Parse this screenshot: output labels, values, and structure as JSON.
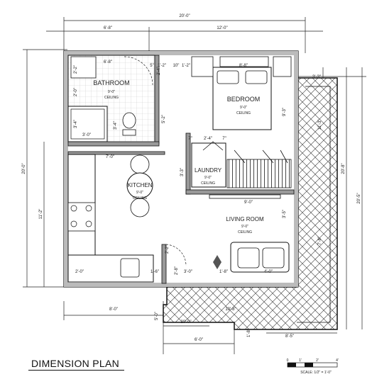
{
  "title": "DIMENSION PLAN",
  "scale_label": "SCALE: 1/2\" = 1'-0\"",
  "scale_ticks": [
    "0",
    "1'",
    "2'",
    "4'"
  ],
  "rooms": [
    {
      "name": "BATHROOM",
      "height": "9'-0\"",
      "ceiling": "CEILING"
    },
    {
      "name": "BEDROOM",
      "height": "9'-0\"",
      "ceiling": "CEILING"
    },
    {
      "name": "LAUNDRY",
      "height": "9'-0\"",
      "ceiling": "CEILING"
    },
    {
      "name": "KITCHEN",
      "height": "9'-0\"",
      "ceiling": "CEILING"
    },
    {
      "name": "LIVING ROOM",
      "height": "9'-0\"",
      "ceiling": "CEILING"
    }
  ],
  "dimensions": {
    "overall_width": "20'-0\"",
    "top_left": "6'-8\"",
    "top_right": "12'-0\"",
    "left_overall": "20'-0\"",
    "left_lower": "11'-2\"",
    "right_overall": "20'-5\"",
    "right_mid": "11'-3\"",
    "right_deck": "20'-8\"",
    "right_low": "7'-8\"",
    "right_side_top": "3'-3\"",
    "bath_top": "6'-8\"",
    "bath_left_a": "2'-2\"",
    "bath_left_b": "2'-0\"",
    "bath_left_c": "3'-4\"",
    "bath_bottom": "3'-0\"",
    "bath_right_a": "3'-4\"",
    "bath_right_b": "2'-4\"",
    "hall": "5'-2\"",
    "small_a": "5\"",
    "small_b": "1'-2\"",
    "small_c": "10\"",
    "small_d": "1'-2\"",
    "bed_top": "8'-8\"",
    "bed_right": "9'-3\"",
    "kitchen_w": "7'-0\"",
    "laundry_w": "2'-4\"",
    "laundry_l": "7\"",
    "laundry_r": "7\"",
    "laundry_h": "3'-3\"",
    "laundry_bottom": "9'-0\"",
    "living_right": "3'-5\"",
    "kitchen_bottom_a": "2'-0\"",
    "kitchen_bottom_b": "1'-6\"",
    "door_a": "2'-2\"",
    "door_b": "3'-0\"",
    "sofa_l": "1'-8\"",
    "sofa_r": "4'-0\"",
    "door_c": "2'-8\"",
    "bottom_left": "8'-0\"",
    "bottom_mid": "10'-8\"",
    "deck_width": "20'-0\"",
    "deck_step": "5'-0\"",
    "deck_right": "8'-5\"",
    "deck_small": "1'-8\"",
    "deck_bottom": "6'-0\""
  }
}
